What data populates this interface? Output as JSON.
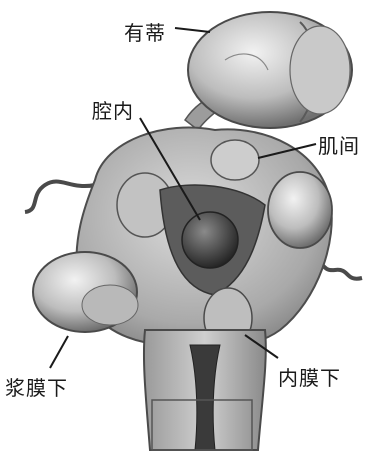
{
  "figure": {
    "labels": {
      "pedunculated": "有蒂",
      "intracavitary": "腔内",
      "intramural": "肌间",
      "subserosal": "浆膜下",
      "submucosal": "内膜下"
    },
    "colors": {
      "ink": "#1a1a1a",
      "tissue_light": "#d4d4d4",
      "tissue_mid": "#a8a8a8",
      "tissue_dark": "#6e6e6e",
      "cavity": "#3a3a3a",
      "background": "#ffffff"
    }
  }
}
